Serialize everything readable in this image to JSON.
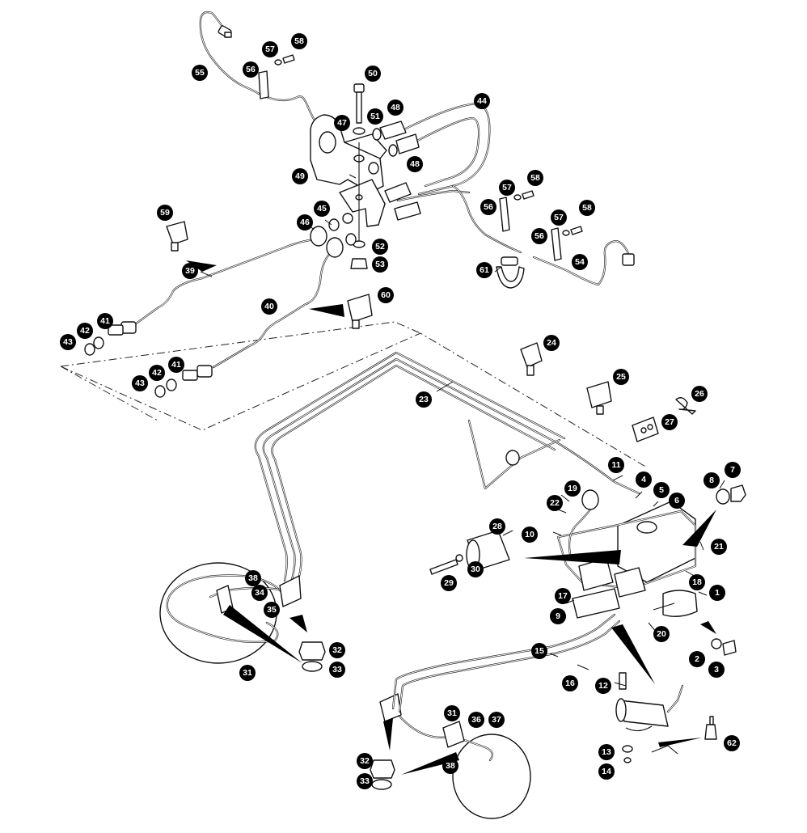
{
  "callouts": [
    "1",
    "2",
    "3",
    "4",
    "5",
    "6",
    "7",
    "8",
    "9",
    "10",
    "11",
    "12",
    "13",
    "14",
    "15",
    "16",
    "17",
    "18",
    "19",
    "20",
    "21",
    "22",
    "23",
    "24",
    "25",
    "26",
    "27",
    "28",
    "29",
    "30",
    "31",
    "32",
    "33",
    "34",
    "35",
    "36",
    "37",
    "38",
    "39",
    "40",
    "41",
    "42",
    "43",
    "44",
    "45",
    "46",
    "47",
    "48",
    "49",
    "50",
    "51",
    "52",
    "53",
    "54",
    "55",
    "56",
    "57",
    "58",
    "59",
    "60",
    "61",
    "62"
  ]
}
